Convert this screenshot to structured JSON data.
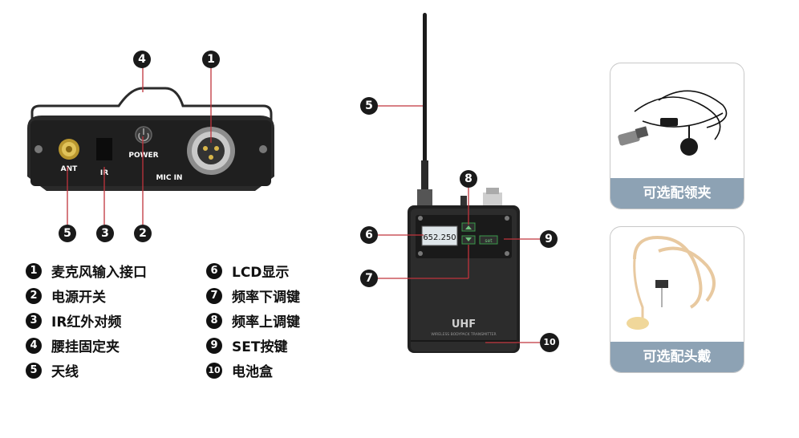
{
  "panel_labels": {
    "ant": "ANT",
    "ir": "IR",
    "power": "POWER",
    "mic_in": "MIC IN"
  },
  "transmitter": {
    "display_value": "652.250",
    "brand": "UHF",
    "subtitle": "WIRELESS BODYPACK TRANSMITTER",
    "set_label": "set"
  },
  "callouts": {
    "left_top_4": "4",
    "left_top_1": "1",
    "left_bottom_5": "5",
    "left_bottom_3": "3",
    "left_bottom_2": "2",
    "right_5": "5",
    "right_6": "6",
    "right_7": "7",
    "right_8": "8",
    "right_9": "9",
    "right_10": "10"
  },
  "legend_left": [
    {
      "num": "1",
      "text": "麦克风输入接口"
    },
    {
      "num": "2",
      "text": "电源开关"
    },
    {
      "num": "3",
      "text": "IR红外对频"
    },
    {
      "num": "4",
      "text": "腰挂固定夹"
    },
    {
      "num": "5",
      "text": "天线"
    }
  ],
  "legend_right": [
    {
      "num": "6",
      "text": "LCD显示"
    },
    {
      "num": "7",
      "text": "频率下调键"
    },
    {
      "num": "8",
      "text": "频率上调键"
    },
    {
      "num": "9",
      "text": "SET按键"
    },
    {
      "num": "10",
      "text": "电池盒"
    }
  ],
  "accessories": [
    {
      "caption": "可选配领夹"
    },
    {
      "caption": "可选配头戴"
    }
  ],
  "colors": {
    "callout_line": "#c0343c",
    "caption_bg": "#8da2b4",
    "device": "#2a2a2a"
  }
}
